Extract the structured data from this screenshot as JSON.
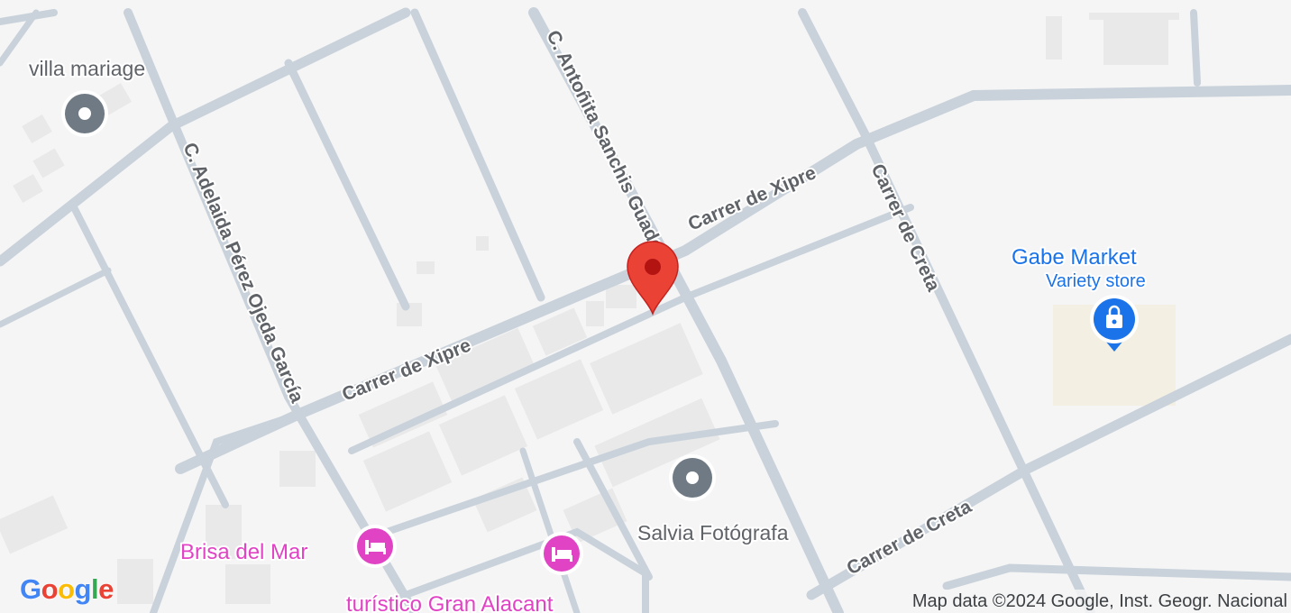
{
  "map": {
    "streets": {
      "xipre_upper": "Carrer de Xipre",
      "xipre_lower": "Carrer de Xipre",
      "adelaida": "C. Adelaida Pérez Ojeda García",
      "antonita": "C. Antoñita Sanchis Guades",
      "creta_vertical": "Carrer de Creta",
      "creta_lower": "Carrer de Creta"
    },
    "places": {
      "villa": "villa mariage",
      "salvia": "Salvia Fotógrafa"
    },
    "hotels": {
      "brisa": "Brisa del Mar",
      "turistico": "turístico Gran Alacant"
    },
    "shop": {
      "name": "Gabe Market",
      "category": "Variety store"
    },
    "logo": {
      "letters": [
        "G",
        "o",
        "o",
        "g",
        "l",
        "e"
      ],
      "colors": [
        "#4285f4",
        "#ea4335",
        "#fbbc05",
        "#4285f4",
        "#34a853",
        "#ea4335"
      ]
    },
    "attribution": "Map data ©2024 Google, Inst. Geogr. Nacional",
    "colors": {
      "background": "#f5f5f5",
      "road": "#c9d2da",
      "building": "#e8e8e8",
      "marker": "#ea4335",
      "marker_dot": "#b31412",
      "poi_gray": "#6f7a84",
      "hotel_pink": "#e043c4",
      "shop_blue": "#1a73e8",
      "shop_area": "#f3efe2"
    },
    "icons": {
      "marker": "location-pin-icon",
      "poi": "place-dot-icon",
      "hotel": "bed-icon",
      "shop": "shopping-bag-icon"
    }
  }
}
